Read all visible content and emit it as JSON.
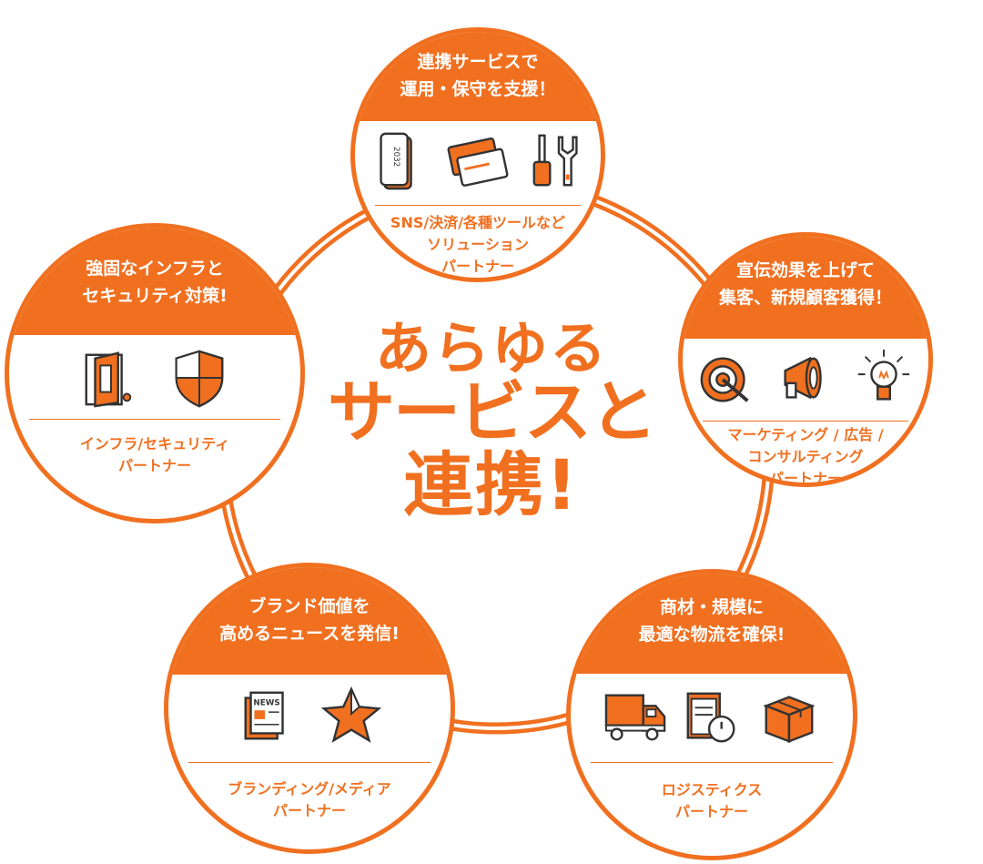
{
  "colors": {
    "accent": "#f07020",
    "ink": "#333333",
    "ring": "#f07020"
  },
  "center": {
    "line1": "あらゆる",
    "line2": "サービスと",
    "line3": "連携!"
  },
  "nodes": {
    "top": {
      "caption": [
        "連携サービスで",
        "運用・保守を支援！"
      ],
      "icons": [
        "smartphone-icon",
        "credit-card-icon",
        "tools-icon"
      ],
      "footer": [
        "SNS/決済/各種ツールなど",
        "ソリューション",
        "パートナー"
      ]
    },
    "right": {
      "caption": [
        "宣伝効果を上げて",
        "集客、新規顧客獲得！"
      ],
      "icons": [
        "target-icon",
        "megaphone-icon",
        "lightbulb-icon"
      ],
      "footer": [
        "マーケティング / 広告 /",
        "コンサルティング",
        "パートナー"
      ]
    },
    "bottom_right": {
      "caption": [
        "商材・規模に",
        "最適な物流を確保!"
      ],
      "icons": [
        "truck-icon",
        "clipboard-stopwatch-icon",
        "box-icon"
      ],
      "footer": [
        "ロジスティクス",
        "パートナー"
      ]
    },
    "bottom_left": {
      "caption": [
        "ブランド価値を",
        "高めるニュースを発信!"
      ],
      "icons": [
        "newspaper-icon",
        "star-icon"
      ],
      "footer": [
        "ブランディング/メディア",
        "パートナー"
      ]
    },
    "left": {
      "caption": [
        "強固なインフラと",
        "セキュリティ対策!"
      ],
      "icons": [
        "door-icon",
        "shield-icon"
      ],
      "footer": [
        "インフラ/セキュリティ",
        "パートナー"
      ]
    }
  }
}
